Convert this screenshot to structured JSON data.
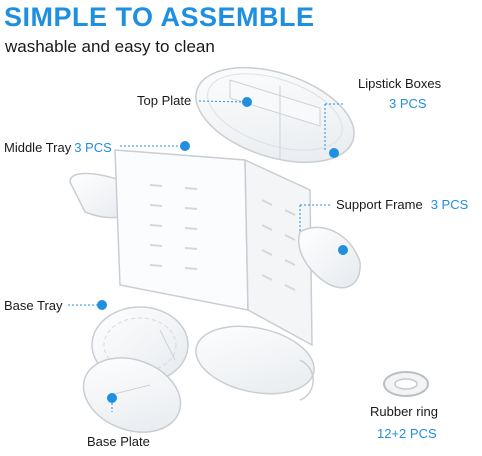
{
  "header": {
    "title": "SIMPLE TO ASSEMBLE",
    "subtitle": "washable and easy to clean"
  },
  "parts": {
    "top_plate": {
      "label": "Top Plate"
    },
    "lipstick_boxes": {
      "label": "Lipstick Boxes",
      "qty": "3 PCS"
    },
    "middle_tray": {
      "label": "Middle Tray",
      "qty": "3 PCS"
    },
    "support_frame": {
      "label": "Support Frame",
      "qty": "3 PCS"
    },
    "base_tray": {
      "label": "Base Tray"
    },
    "rubber_ring": {
      "label": "Rubber ring",
      "qty": "12+2 PCS"
    },
    "base_plate": {
      "label": "Base Plate"
    }
  },
  "colors": {
    "accent": "#1f8fe0",
    "text": "#1a1a1a",
    "leader_line": "#1f8fe0",
    "acrylic_edge": "#c9ced4",
    "acrylic_fill": "#f4f6f8"
  }
}
